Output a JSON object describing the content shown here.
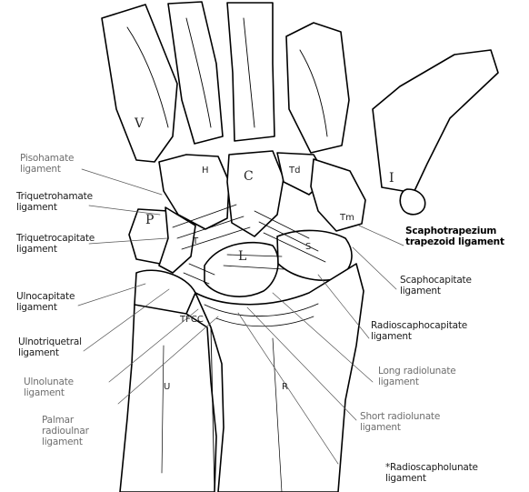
{
  "labels": {
    "pisohamate": "Pisohamate\nligament",
    "triquetrohamate": "Triquetrohamate\nligament",
    "triquetrocapitate": "Triquetrocapitate\nligament",
    "ulnocapitate": "Ulnocapitate\nligament",
    "ulnotriquetral": "Ulnotriquetral\nligament",
    "ulnolunate": "Ulnolunate\nligament",
    "palmar_radioulnar": "Palmar\nradioulnar\nligament",
    "scaphotrapezium": "Scaphotrapezium\ntrapezoid ligament",
    "scaphocapitate": "Scaphocapitate\nligament",
    "radioscaphocapitate": "Radioscaphocapitate\nligament",
    "long_radiolunate": "Long radiolunate\nligament",
    "short_radiolunate": "Short radiolunate\nligament",
    "radioscapholunate": "*Radioscapholunate\nligament"
  },
  "bone_tags": {
    "v": "V",
    "i": "I",
    "p": "P",
    "h": "H",
    "c": "C",
    "td": "Td",
    "t": "T",
    "tm": "Tm",
    "l": "L",
    "s": "S",
    "u": "U",
    "r": "R",
    "tfcc": "TFCC"
  }
}
